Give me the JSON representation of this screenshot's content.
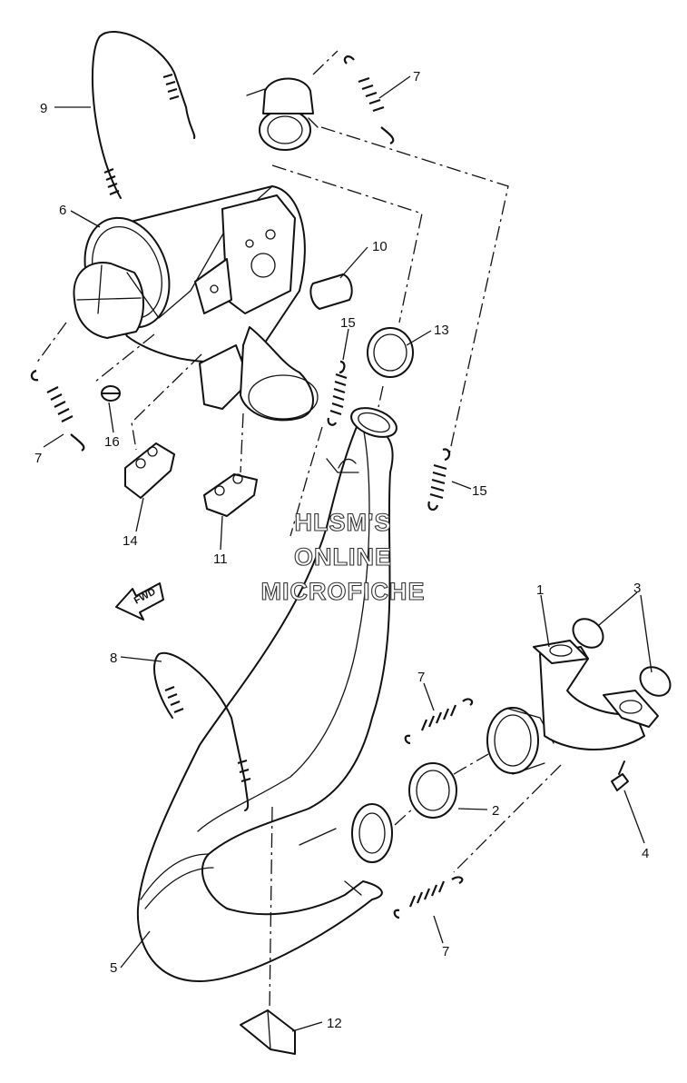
{
  "diagram": {
    "part_labels": {
      "p1": "1",
      "p2": "2",
      "p3": "3",
      "p4": "4",
      "p5": "5",
      "p6": "6",
      "p7a": "7",
      "p7b": "7",
      "p7c": "7",
      "p7d": "7",
      "p8": "8",
      "p9": "9",
      "p10": "10",
      "p11": "11",
      "p12": "12",
      "p13": "13",
      "p14": "14",
      "p15a": "15",
      "p15b": "15",
      "p16": "16"
    },
    "watermark": {
      "line1": "HLSM'S",
      "line2": "ONLINE",
      "line3": "MICROFICHE"
    },
    "direction_label": "FWD"
  }
}
